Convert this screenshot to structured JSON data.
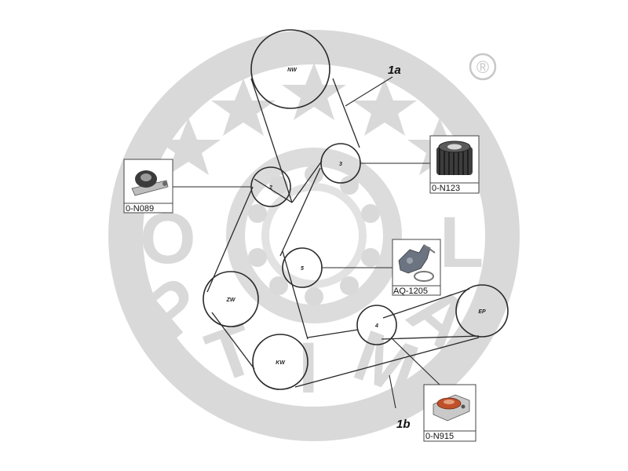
{
  "registered_mark": "®",
  "watermark": {
    "letters": [
      "O",
      "P",
      "T",
      "I",
      "M",
      "A",
      "L"
    ],
    "color": "#d9d9d9"
  },
  "pulleys": {
    "nw": "NW",
    "p2": "2",
    "p3": "3",
    "p5": "5",
    "zw": "ZW",
    "kw": "KW",
    "p4": "4",
    "ep": "EP"
  },
  "callouts": {
    "belt_1a": "1a",
    "belt_1b": "1b"
  },
  "parts": {
    "n089": {
      "code": "0-N089",
      "icon": "tensioner-pulley-icon"
    },
    "n123": {
      "code": "0-N123",
      "icon": "toothed-sprocket-icon"
    },
    "aq1205": {
      "code": "AQ-1205",
      "icon": "water-pump-icon"
    },
    "n915": {
      "code": "0-N915",
      "icon": "idler-pulley-icon"
    }
  },
  "colors": {
    "line": "#2a2a2a",
    "watermark": "#d9d9d9",
    "part_accent": "#c0502a"
  }
}
